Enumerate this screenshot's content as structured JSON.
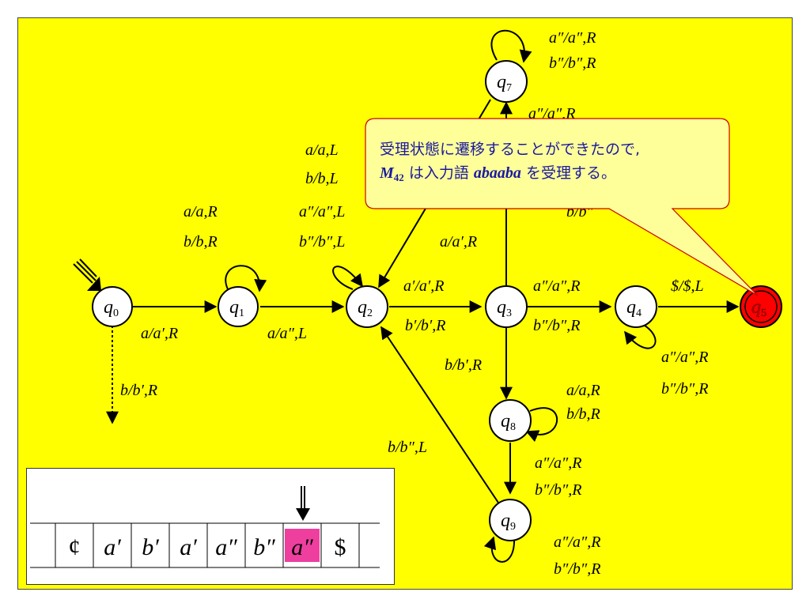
{
  "states": [
    {
      "id": "q0",
      "name": "q",
      "sub": "0"
    },
    {
      "id": "q1",
      "name": "q",
      "sub": "1"
    },
    {
      "id": "q2",
      "name": "q",
      "sub": "2"
    },
    {
      "id": "q3",
      "name": "q",
      "sub": "3"
    },
    {
      "id": "q4",
      "name": "q",
      "sub": "4"
    },
    {
      "id": "q5",
      "name": "q",
      "sub": "5",
      "accepting": true
    },
    {
      "id": "q7",
      "name": "q",
      "sub": "7"
    },
    {
      "id": "q8",
      "name": "q",
      "sub": "8"
    },
    {
      "id": "q9",
      "name": "q",
      "sub": "9"
    }
  ],
  "labels": {
    "q0_q1": "a/a′,R",
    "q0_down": "b/b′,R",
    "q1_loop_1": "a/a,R",
    "q1_loop_2": "b/b,R",
    "q1_q2": "a/a″,L",
    "q2_loop_1": "a/a,L",
    "q2_loop_2": "b/b,L",
    "q2_loop_3": "a″/a″,L",
    "q2_loop_4": "b″/b″,L",
    "q2_q3_1": "a′/a′,R",
    "q2_q3_2": "b′/b′,R",
    "q2_q7": "a/a′,R",
    "q3_q4_1": "a″/a″,R",
    "q3_q4_2": "b″/b″,R",
    "q3_q8": "b/b′,R",
    "q3_q7_partial": "a″/a″,R",
    "q4_q5": "$/$,L",
    "q4_loop_1": "a″/a″,R",
    "q4_loop_2": "b″/b″,R",
    "q7_loop_1": "a″/a″,R",
    "q7_loop_2": "b″/b″,R",
    "q8_loop_1": "a/a,R",
    "q8_loop_2": "b/b,R",
    "q8_q9_1": "a″/a″,R",
    "q8_q9_2": "b″/b″,R",
    "q9_q2": "b/b″,L",
    "q9_loop_1": "a″/a″,R",
    "q9_loop_2": "b″/b″,R",
    "hidden_partial": "b/b″"
  },
  "callout": {
    "line1": "受理状態に遷移することができたので,",
    "machine": "M",
    "machine_sub": "42",
    "line2_mid": "は入力語",
    "word": "abaaba",
    "line2_end": "を受理する。"
  },
  "tape": {
    "cells": [
      "¢",
      "a′",
      "b′",
      "a′",
      "a″",
      "b″",
      "a″",
      "$"
    ],
    "head_index": 6
  },
  "colors": {
    "background": "#ffff00",
    "accepting_state": "#ff0000",
    "head_cell": "#ee3f9f",
    "callout_fill": "#ffff99",
    "callout_stroke": "#cc0000",
    "callout_text": "#1a1aa0"
  }
}
